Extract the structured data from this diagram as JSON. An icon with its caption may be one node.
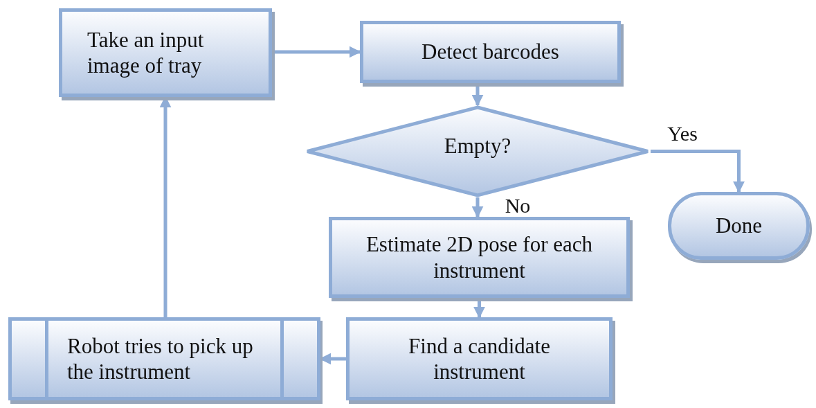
{
  "diagram": {
    "nodes": [
      {
        "text": [
          "Take an input image of tray"
        ]
      },
      {
        "text": [
          "Detect barcodes"
        ]
      },
      {
        "text": [
          "Empty?"
        ]
      },
      {
        "text": [
          "Done"
        ]
      },
      {
        "text": [
          "Estimate 2D pose for each instrument"
        ]
      },
      {
        "text": [
          "Find a candidate instrument"
        ]
      },
      {
        "text": [
          "Robot tries to pick up the instrument"
        ]
      }
    ],
    "edges": [
      {
        "from": 0,
        "to": 1,
        "arrow": "to"
      },
      {
        "from": 1,
        "to": 2,
        "arrow": "to"
      },
      {
        "from": 2,
        "to": 3,
        "arrow": "to",
        "label": "Yes"
      },
      {
        "from": 2,
        "to": 4,
        "arrow": "to",
        "label": "No"
      },
      {
        "from": 4,
        "to": 5,
        "arrow": "to"
      },
      {
        "from": 5,
        "to": 6,
        "arrow": "to"
      },
      {
        "from": 6,
        "to": 0,
        "arrow": "to"
      }
    ]
  }
}
